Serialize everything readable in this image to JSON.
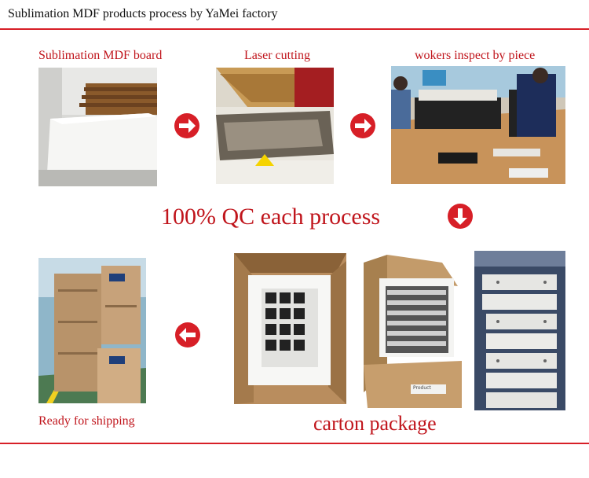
{
  "header": {
    "title": "Sublimation MDF products process by YaMei factory"
  },
  "steps": {
    "board": "Sublimation MDF board",
    "laser": "Laser cutting",
    "inspect": "wokers inspect by piece",
    "shipping": "Ready for shipping",
    "carton": "carton package"
  },
  "banner": "100% QC each process",
  "colors": {
    "accent": "#d71f27",
    "label": "#c0151c"
  },
  "icons": {
    "arrow_right": "arrow-right-icon",
    "arrow_down": "arrow-down-icon",
    "arrow_left": "arrow-left-icon"
  },
  "carton_label": "Product"
}
